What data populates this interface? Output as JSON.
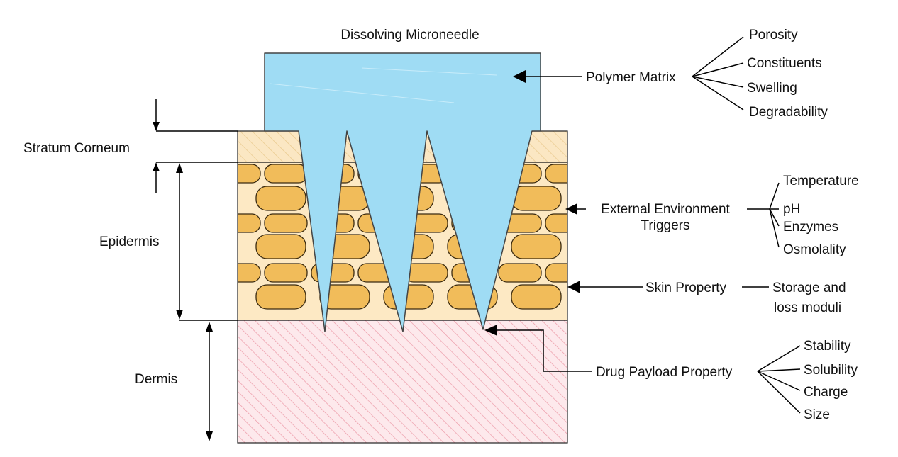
{
  "title": "Dissolving Microneedle",
  "layers": {
    "stratum_corneum": "Stratum Corneum",
    "epidermis": "Epidermis",
    "dermis": "Dermis"
  },
  "factors": {
    "polymer_matrix": {
      "label": "Polymer Matrix",
      "items": [
        "Porosity",
        "Constituents",
        "Swelling",
        "Degradability"
      ]
    },
    "external_triggers": {
      "line1": "External Environment",
      "line2": "Triggers",
      "items": [
        "Temperature",
        "pH",
        "Enzymes",
        "Osmolality"
      ]
    },
    "skin_property": {
      "label": "Skin Property",
      "detail_line1": "Storage and",
      "detail_line2": "loss moduli"
    },
    "drug_payload": {
      "label": "Drug Payload Property",
      "items": [
        "Stability",
        "Solubility",
        "Charge",
        "Size"
      ]
    }
  },
  "colors": {
    "microneedle": "#9fdcf4",
    "microneedle_border": "#444444",
    "stratum_corneum": "#fbe7c3",
    "epidermis": "#fde9c4",
    "cell_fill": "#f1bc5a",
    "cell_border": "#3a2a10",
    "dermis": "#fde9ec",
    "dermis_hatch": "#ec9aa8"
  }
}
